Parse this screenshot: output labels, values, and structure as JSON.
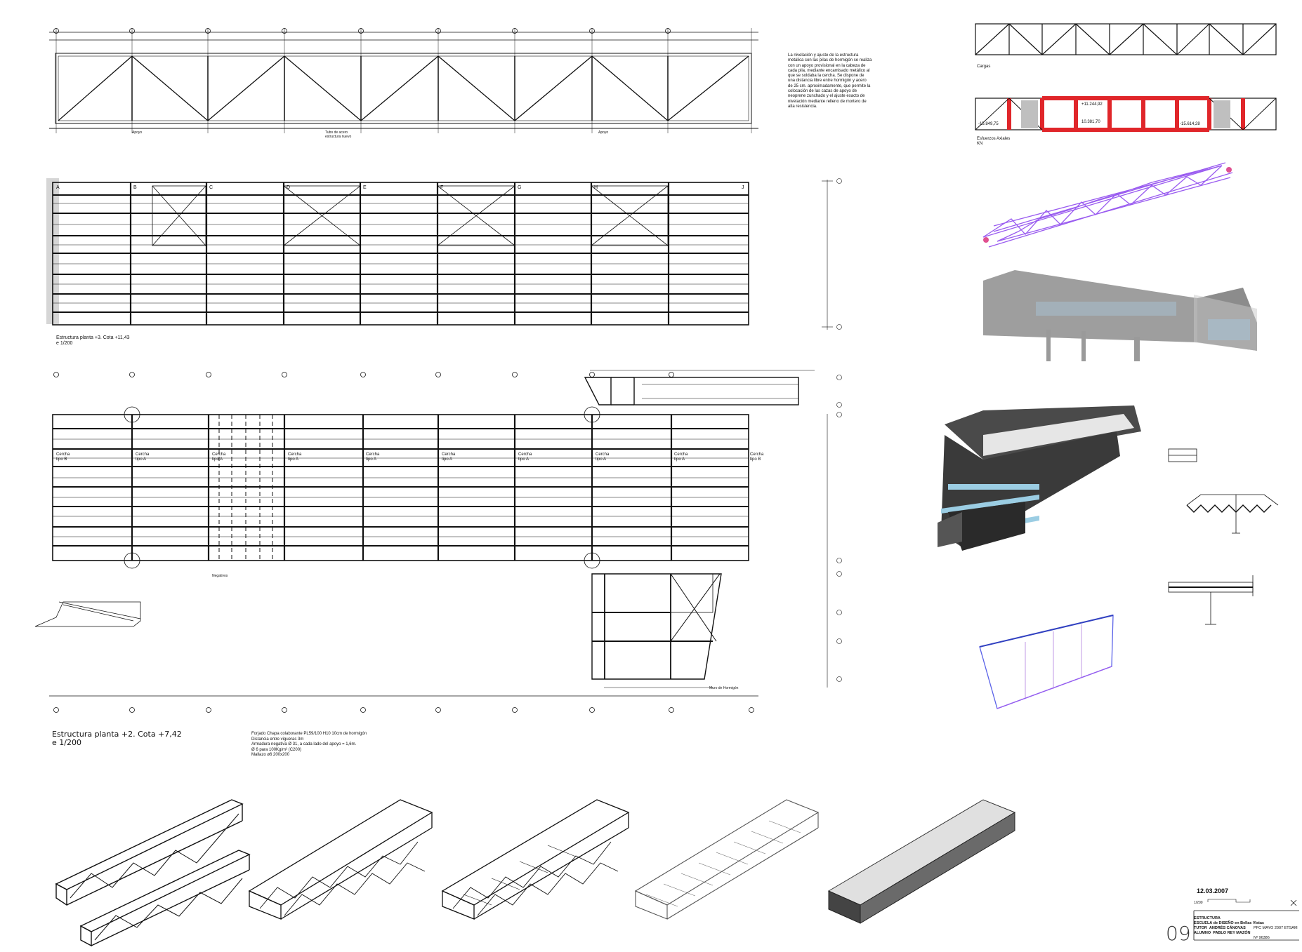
{
  "note": "La nivelación y ajuste de la estructura metálica con las pilas de hormigón se realiza con un apoyo provisional en la cabeza de cada pila, mediante encamisado metálico al que se soldaba la cercha. Se dispone de una distancia libre entre hormigón y acero de 25 cm. aproximadamente, que permite la colocación de las cazas de apoyo de neoprene zunchado y el ajuste exacto de nivelación mediante relleno de mortero de alta resistencia.",
  "truss_labels": {
    "apoyo1": "Apoyo",
    "center": "Tubo de acero",
    "center2": "estructura nuevo",
    "apoyo2": "Apoyo"
  },
  "plan1": {
    "caption": "Estructura planta +3. Cota +11,43",
    "scale": "e 1/200"
  },
  "plan2": {
    "caption": "Estructura planta +2. Cota +7,42",
    "scale": "e 1/200",
    "cercha_b": "Cercha tipo B",
    "cercha_a": "Cercha tipo A",
    "negativos": "Negativos",
    "muro": "Muro de Hormigón",
    "spec": "Forjado Chapa colaborante PL59/100 H10 10cm de hormigón\nDistancia entre vigueras 3m\nArmadura negativa Ø 31, a cada lado del apoyo = 1,6m.\nØ 6 para 100Kg/m² (C200)\nMallazo ø6 200x200"
  },
  "grid_letters": [
    "A",
    "B",
    "C",
    "D",
    "E",
    "F",
    "G",
    "H",
    "J"
  ],
  "right": {
    "cargas": "Cargas",
    "esfuerzos": "Esfuerzos Axiales",
    "kn": "KN",
    "val1": "-15.849,75",
    "val2": "+11.244,92",
    "val3": "10.381,70",
    "val4": "-15.614,28"
  },
  "title_block": {
    "date": "12.03.2007",
    "scale": "1/200",
    "sheet": "09",
    "title": "ESTRUCTURA",
    "subtitle": "ESCUELA de DISEÑO en Bellas Vistas",
    "program": "PFC MAYO 2007  ETSAM",
    "tutor_label": "TUTOR",
    "tutor": "ANDRÉS CÁNOVAS",
    "alumno_label": "ALUMNO",
    "alumno": "PABLO REY MAZÓN",
    "nexp": "Nº 96386"
  },
  "colors": {
    "line": "#111111",
    "red": "#e0262a",
    "purple": "#9a5cf0",
    "blue": "#5a62e8",
    "glass": "#a8d4e8"
  }
}
